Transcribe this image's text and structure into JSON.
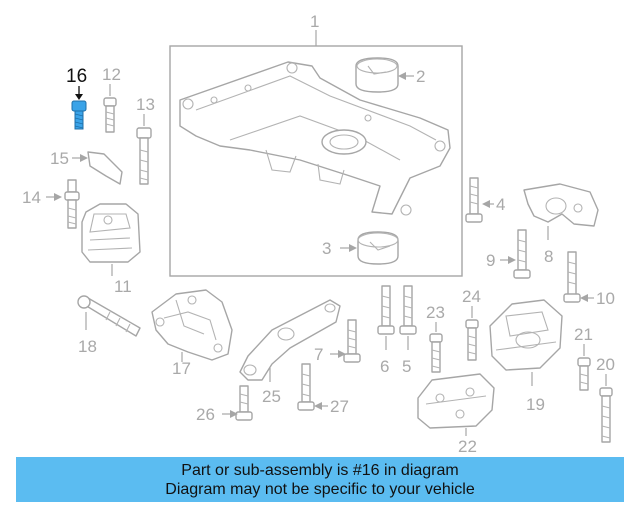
{
  "highlighted_part": "16",
  "callouts": {
    "c1": "1",
    "c2": "2",
    "c3": "3",
    "c4": "4",
    "c5": "5",
    "c6": "6",
    "c7": "7",
    "c8": "8",
    "c9": "9",
    "c10": "10",
    "c11": "11",
    "c12": "12",
    "c13": "13",
    "c14": "14",
    "c15": "15",
    "c16": "16",
    "c17": "17",
    "c18": "18",
    "c19": "19",
    "c20": "20",
    "c21": "21",
    "c22": "22",
    "c23": "23",
    "c24": "24",
    "c25": "25",
    "c26": "26",
    "c27": "27"
  },
  "banner": {
    "line1": "Part or sub-assembly is #16 in diagram",
    "line2": "Diagram may not be specific to your vehicle"
  },
  "colors": {
    "banner_bg": "#5bbcf1",
    "highlight": "#3aa3e8",
    "line_art": "#a6a6a6"
  }
}
